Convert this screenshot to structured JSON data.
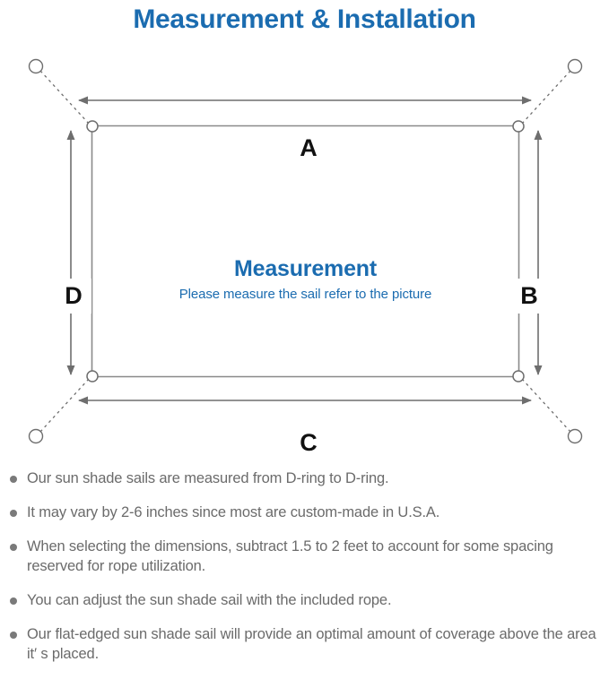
{
  "page": {
    "title": "Measurement & Installation",
    "title_color": "#1B6CB0"
  },
  "diagram": {
    "name": "sun-shade-sail-measurement-diagram",
    "center": {
      "heading": "Measurement",
      "subtitle": "Please measure the sail refer to the picture",
      "color": "#1B6CB0"
    },
    "dimension_labels": {
      "top": "A",
      "right": "B",
      "bottom": "C",
      "left": "D"
    },
    "line_color": "#6e6e6e",
    "shape_color": "#8a8a8a",
    "anchor_point_count": 4,
    "d_ring_count": 4
  },
  "notes": [
    "Our sun shade sails are measured from D-ring to D-ring.",
    "It may vary by 2-6 inches since most are custom-made in U.S.A.",
    "When selecting the dimensions, subtract 1.5 to 2 feet to account for some spacing reserved for rope utilization.",
    "You can adjust the sun shade sail with the included rope.",
    "Our flat-edged sun shade sail will provide an optimal amount of coverage above the area it′ s placed."
  ]
}
